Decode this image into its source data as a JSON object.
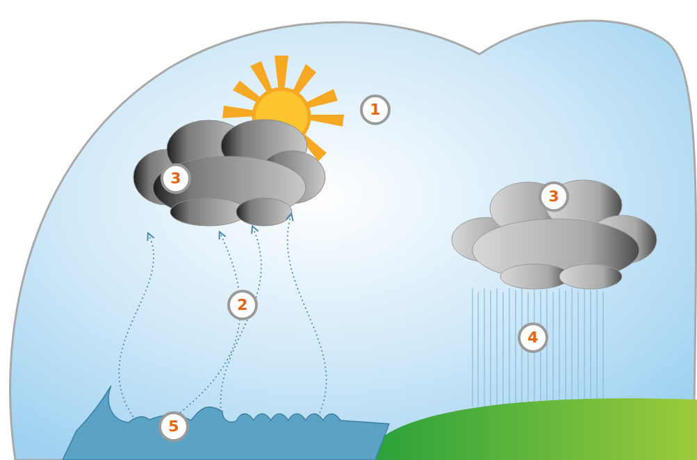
{
  "diagram": {
    "labels": [
      "1",
      "3",
      "3",
      "2",
      "4",
      "5"
    ]
  }
}
